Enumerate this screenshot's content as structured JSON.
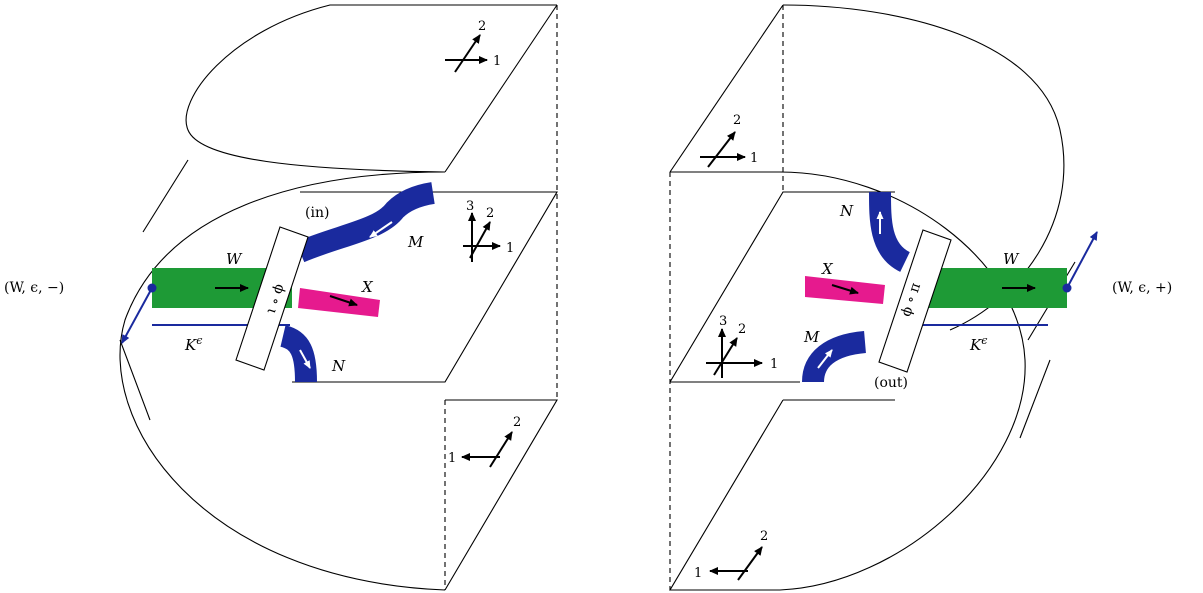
{
  "colors": {
    "green": "#1e9a36",
    "blue": "#1a2a9e",
    "magenta": "#e61a8e",
    "line": "#000000",
    "white": "#ffffff"
  },
  "left": {
    "tuple_label": "(W, ϵ, −)",
    "in_label": "(in)",
    "map_label": "ϕ ∘ ι",
    "W": "W",
    "M": "M",
    "N": "N",
    "X": "X",
    "K_base": "K",
    "K_sup": "ϵ",
    "axes_top": {
      "a": "1",
      "b": "2"
    },
    "axes_mid": {
      "a": "1",
      "b": "2",
      "c": "3"
    },
    "axes_bot": {
      "a": "1",
      "b": "2"
    }
  },
  "right": {
    "tuple_label": "(W, ϵ, +)",
    "out_label": "(out)",
    "map_label": "ϕ ∘ π",
    "W": "W",
    "M": "M",
    "N": "N",
    "X": "X",
    "K_base": "K",
    "K_sup": "ϵ",
    "axes_top": {
      "a": "1",
      "b": "2"
    },
    "axes_mid": {
      "a": "1",
      "b": "2",
      "c": "3"
    },
    "axes_bot": {
      "a": "1",
      "b": "2"
    }
  }
}
